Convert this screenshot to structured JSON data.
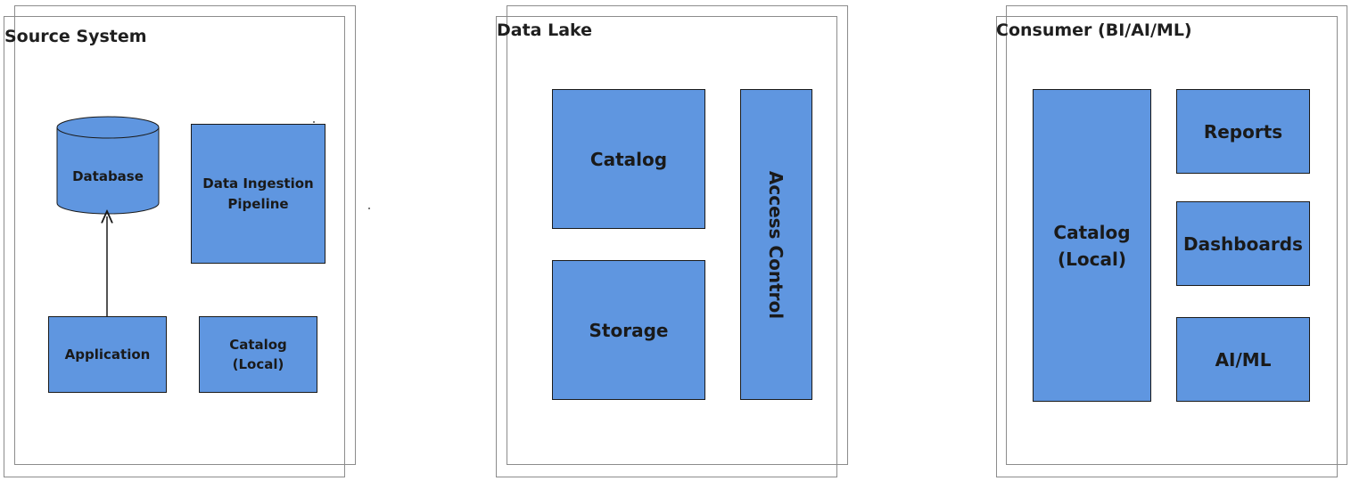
{
  "colors": {
    "box_fill": "#5f96e0",
    "box_border": "#1a1a1a",
    "frame_border": "#8c8c8c"
  },
  "source_system": {
    "title": "Source System",
    "database": "Database",
    "pipeline": "Data Ingestion Pipeline",
    "application": "Application",
    "catalog": "Catalog (Local)"
  },
  "data_lake": {
    "title": "Data Lake",
    "catalog": "Catalog",
    "storage": "Storage",
    "access_control": "Access Control"
  },
  "consumer": {
    "title": "Consumer (BI/AI/ML)",
    "catalog": "Catalog (Local)",
    "reports": "Reports",
    "dashboards": "Dashboards",
    "aiml": "AI/ML"
  }
}
